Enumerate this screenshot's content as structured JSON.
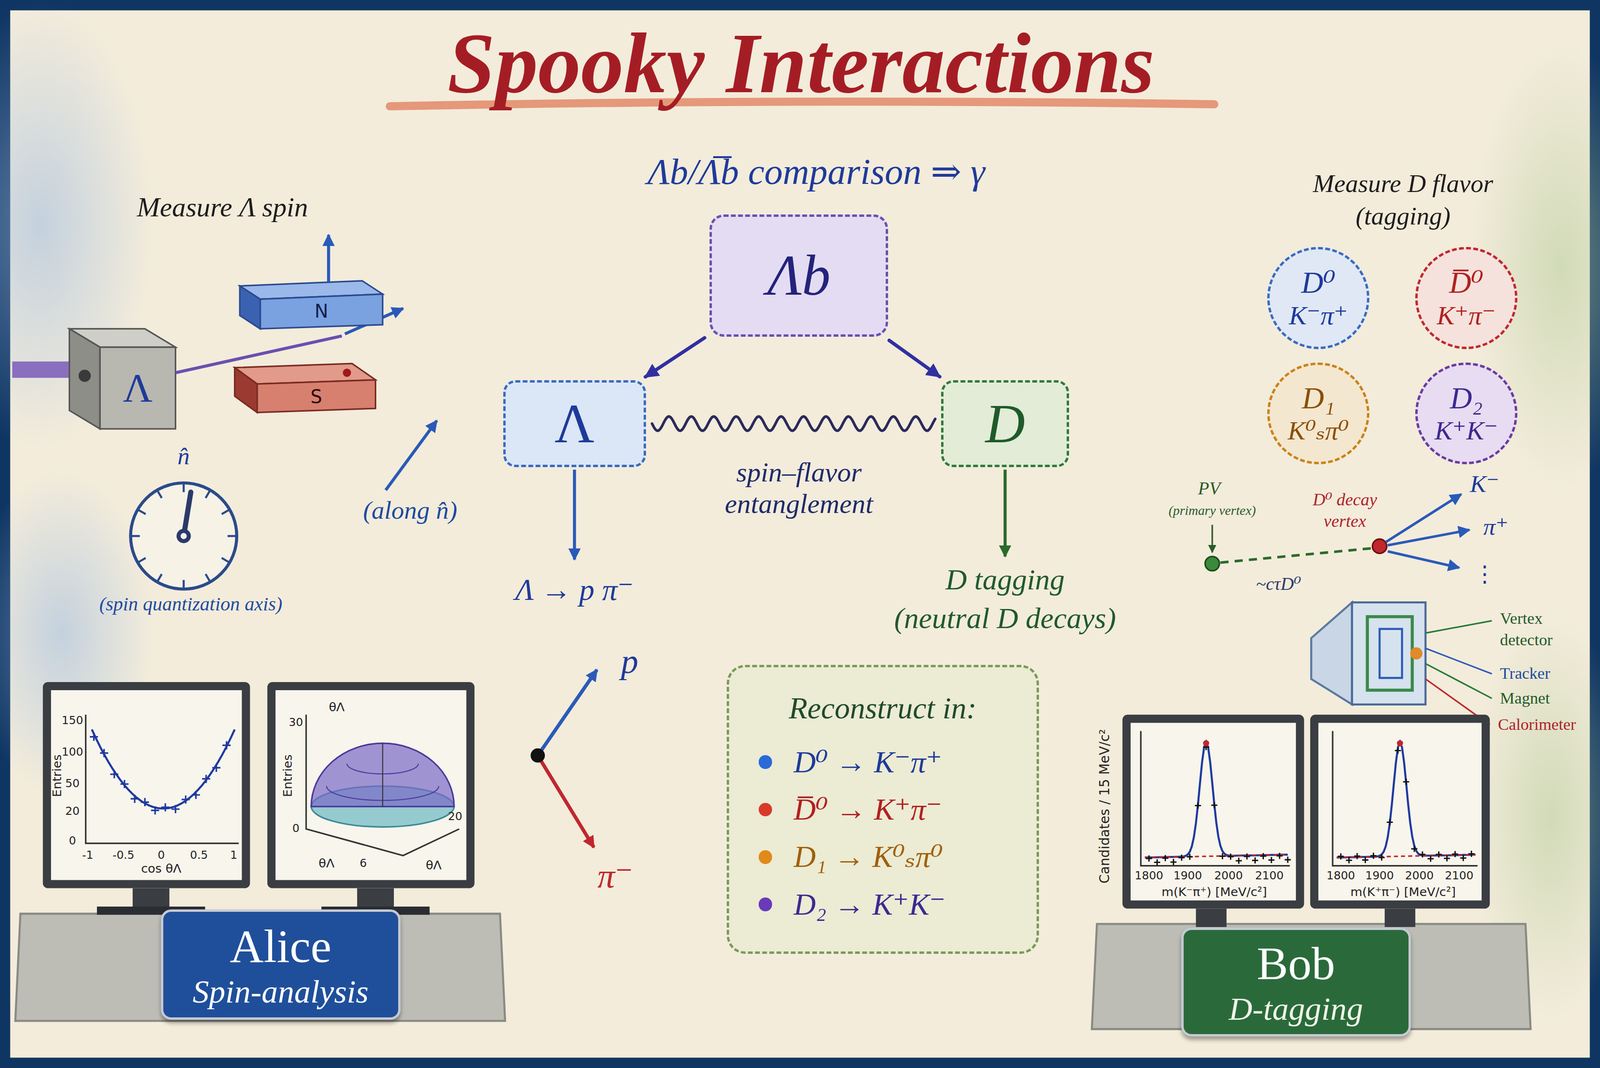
{
  "diagram": {
    "title": "Spooky Interactions",
    "nodes": [
      {
        "text": [
          "Λb"
        ]
      },
      {
        "text": [
          "Λ"
        ]
      },
      {
        "text": [
          "D"
        ]
      },
      {
        "text": [
          "Reconstruct in:",
          "D⁰ → K⁻π⁺",
          "D̅⁰ → K⁺π⁻",
          "D₁ → K⁰ₛπ⁰",
          "D₂ → K⁺K⁻"
        ]
      },
      {
        "text": [
          "D⁰",
          "K⁻π⁺"
        ]
      },
      {
        "text": [
          "D̅⁰",
          "K⁺π⁻"
        ]
      },
      {
        "text": [
          "D₁",
          "K⁰ₛπ⁰"
        ]
      },
      {
        "text": [
          "D₂",
          "K⁺K⁻"
        ]
      },
      {
        "text": [
          "Alice",
          "Spin-analysis"
        ]
      },
      {
        "text": [
          "Bob",
          "D-tagging"
        ]
      }
    ],
    "edges": [
      {
        "from": 0,
        "to": 1,
        "arrow": "to"
      },
      {
        "from": 0,
        "to": 2,
        "arrow": "to"
      },
      {
        "from": 1,
        "to": 2,
        "arrow": "none",
        "label": "spin–flavor entanglement"
      }
    ],
    "labels": [
      "Λb/Λ̅b comparison ⇒ γ",
      "Measure Λ spin",
      "Λ",
      "N",
      "S",
      "n̂",
      "(spin quantization axis)",
      "(along n̂)",
      "Λ → p π⁻",
      "p",
      "π⁻",
      "D tagging",
      "(neutral D decays)",
      "Measure D flavor",
      "(tagging)",
      "PV",
      "(primary vertex)",
      "D⁰ decay",
      "vertex",
      "K⁻",
      "π⁺",
      "⋮",
      "~cτD⁰",
      "Vertex",
      "detector",
      "Tracker",
      "Magnet",
      "Calorimeter",
      "150",
      "100",
      "50",
      "20",
      "0",
      "Entries",
      "-1",
      "-0.5",
      "0",
      "0.5",
      "1",
      "cos θΛ",
      "θΛ",
      "30",
      "Entries",
      "0",
      "θΛ",
      "6",
      "θΛ",
      "20",
      "Candidates / 15 MeV/c²",
      "1800",
      "1900",
      "2000",
      "2100",
      "m(K⁻π⁺) [MeV/c²]",
      "1800",
      "1900",
      "2000",
      "2100",
      "m(K⁺π⁻) [MeV/c²]"
    ]
  }
}
